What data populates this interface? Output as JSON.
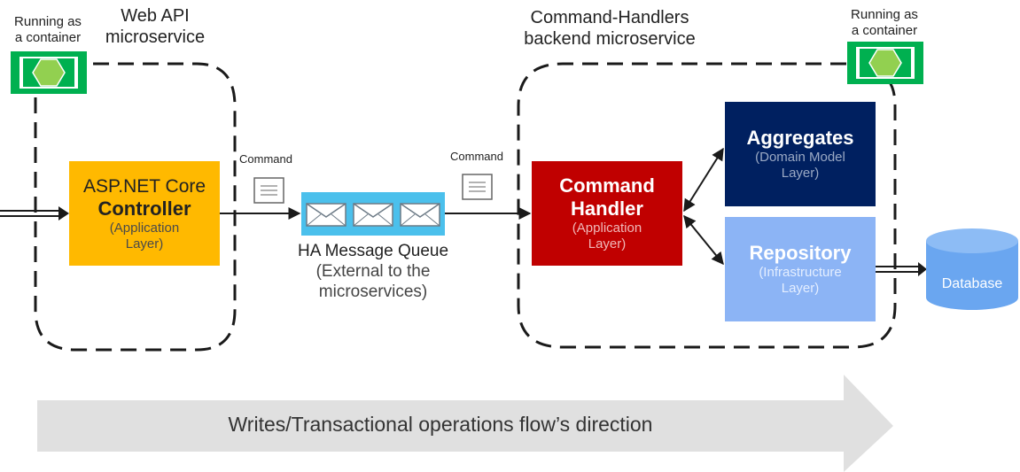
{
  "labels": {
    "running_left_line1": "Running as",
    "running_left_line2": "a container",
    "webapi_line1": "Web API",
    "webapi_line2": "microservice",
    "cmdhandlers_line1": "Command-Handlers",
    "cmdhandlers_line2": "backend microservice",
    "running_right_line1": "Running as",
    "running_right_line2": "a container",
    "command_left": "Command",
    "command_right": "Command"
  },
  "controller": {
    "title": "ASP.NET Core",
    "bold": "Controller",
    "sub1": "(Application",
    "sub2": "Layer)"
  },
  "queue": {
    "title": "HA Message Queue",
    "sub1": "(External to the",
    "sub2": "microservices)"
  },
  "handler": {
    "bold1": "Command",
    "bold2": "Handler",
    "sub1": "(Application",
    "sub2": "Layer)"
  },
  "aggregates": {
    "bold": "Aggregates",
    "sub1": "(Domain Model",
    "sub2": "Layer)"
  },
  "repository": {
    "bold": "Repository",
    "sub1": "(Infrastructure",
    "sub2": "Layer)"
  },
  "database": {
    "label": "Database"
  },
  "flow": {
    "label": "Writes/Transactional operations flow’s direction"
  },
  "colors": {
    "controller": "#ffb900",
    "queue": "#4bc0ec",
    "handler": "#c00000",
    "aggregates": "#002060",
    "repository": "#8cb4f5",
    "database": "#6aa6f0",
    "container_green": "#00b050",
    "hexagon": "#92d050",
    "flow_arrow": "#e0e0e0"
  }
}
